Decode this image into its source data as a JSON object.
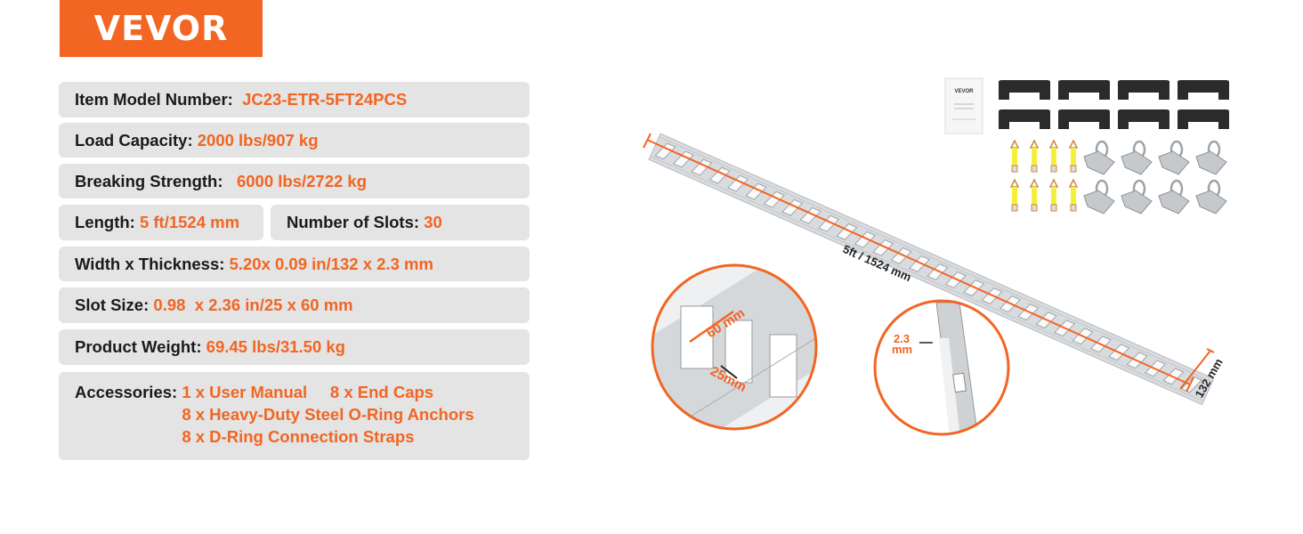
{
  "brand": {
    "logo_text": "VEVOR",
    "color": "#f26522"
  },
  "specs": {
    "model": {
      "label": "Item Model Number:",
      "value": "JC23-ETR-5FT24PCS"
    },
    "load_capacity": {
      "label": "Load Capacity:",
      "value": "2000 lbs/907 kg"
    },
    "breaking_strength": {
      "label": "Breaking Strength:",
      "value": "6000 lbs/2722 kg"
    },
    "length": {
      "label": "Length:",
      "value": "5 ft/1524 mm"
    },
    "slots": {
      "label": "Number of Slots:",
      "value": "30"
    },
    "width_thickness": {
      "label": "Width x Thickness:",
      "value": "5.20x 0.09 in/132 x 2.3 mm"
    },
    "slot_size": {
      "label": "Slot Size:",
      "value": "0.98  x 2.36 in/25 x 60 mm"
    },
    "weight": {
      "label": "Product Weight:",
      "value": "69.45 lbs/31.50 kg"
    },
    "accessories": {
      "label": "Accessories:",
      "line1a": "1 x User Manual",
      "line1b": "8 x End Caps",
      "line2": "8 x Heavy-Duty Steel O-Ring Anchors",
      "line3": "8 x D-Ring Connection Straps"
    }
  },
  "diagram": {
    "length_label": "5ft / 1524 mm",
    "width_label": "132 mm",
    "slot_length_label": "60 mm",
    "slot_width_label": "25mm",
    "thickness_value": "2.3",
    "thickness_unit": "mm",
    "manual_brand": "VEVOR"
  }
}
